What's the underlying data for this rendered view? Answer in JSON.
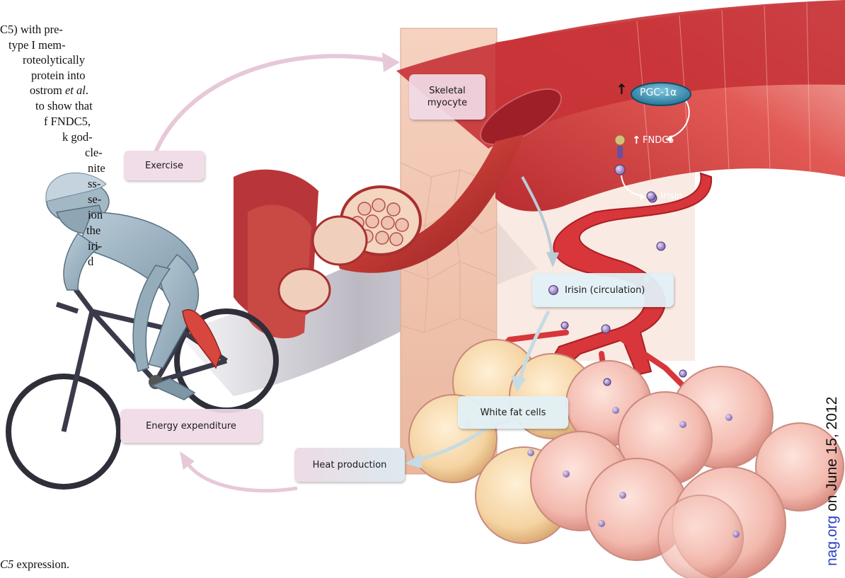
{
  "body_text": {
    "lines": [
      "C5) with pre-",
      "type I mem-",
      "roteolytically",
      "protein into",
      "ostrom",
      "et al",
      ".",
      "to show that",
      "f FNDC5,",
      "k god-",
      "cle-",
      "nite",
      "ss-",
      "se-",
      "ion",
      "the",
      "iri-",
      "d"
    ],
    "footer": "C5",
    "footer_rest": " expression."
  },
  "diagram": {
    "labels": {
      "exercise": "Exercise",
      "skeletal_myocyte_line1": "Skeletal",
      "skeletal_myocyte_line2": "myocyte",
      "pgc": "PGC-1α",
      "fndc5": "FNDC5",
      "irisin": "Irisin",
      "irisin_circulation": "Irisin (circulation)",
      "white_fat_cells": "White fat cells",
      "energy_expenditure": "Energy expenditure",
      "heat_production": "Heat production",
      "up_arrow": "↑"
    },
    "colors": {
      "muscle_red": "#c83838",
      "vessel_red": "#d8363a",
      "pink_label": "#f0dae6",
      "blue_label": "#e2f0f5",
      "pgc_blue": "#3b95b8",
      "irisin_purple": "#9a80c0",
      "fat_pink": "#f1c0b8",
      "tissue_beige": "#f0c8b4"
    }
  },
  "side_credit": {
    "link": "nag.org",
    "text": " on June 15, 2012"
  }
}
